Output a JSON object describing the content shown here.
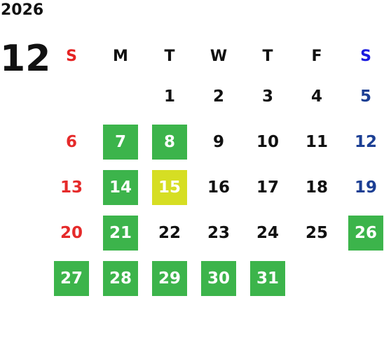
{
  "year": "2026",
  "month": "12",
  "weekdays": [
    "S",
    "M",
    "T",
    "W",
    "T",
    "F",
    "S"
  ],
  "first_weekday_index": 2,
  "days": [
    {
      "label": "1",
      "highlight": "none"
    },
    {
      "label": "2",
      "highlight": "none"
    },
    {
      "label": "3",
      "highlight": "none"
    },
    {
      "label": "4",
      "highlight": "none"
    },
    {
      "label": "5",
      "highlight": "none"
    },
    {
      "label": "6",
      "highlight": "none"
    },
    {
      "label": "7",
      "highlight": "green"
    },
    {
      "label": "8",
      "highlight": "green"
    },
    {
      "label": "9",
      "highlight": "none"
    },
    {
      "label": "10",
      "highlight": "none"
    },
    {
      "label": "11",
      "highlight": "none"
    },
    {
      "label": "12",
      "highlight": "none"
    },
    {
      "label": "13",
      "highlight": "none"
    },
    {
      "label": "14",
      "highlight": "green"
    },
    {
      "label": "15",
      "highlight": "yellow"
    },
    {
      "label": "16",
      "highlight": "none"
    },
    {
      "label": "17",
      "highlight": "none"
    },
    {
      "label": "18",
      "highlight": "none"
    },
    {
      "label": "19",
      "highlight": "none"
    },
    {
      "label": "20",
      "highlight": "none"
    },
    {
      "label": "21",
      "highlight": "green"
    },
    {
      "label": "22",
      "highlight": "none"
    },
    {
      "label": "23",
      "highlight": "none"
    },
    {
      "label": "24",
      "highlight": "none"
    },
    {
      "label": "25",
      "highlight": "none"
    },
    {
      "label": "26",
      "highlight": "green"
    },
    {
      "label": "27",
      "highlight": "green"
    },
    {
      "label": "28",
      "highlight": "green"
    },
    {
      "label": "29",
      "highlight": "green"
    },
    {
      "label": "30",
      "highlight": "green"
    },
    {
      "label": "31",
      "highlight": "green"
    }
  ],
  "colors": {
    "green": "#3cb44b",
    "yellow": "#d6de23",
    "sunday": "#e52a2a",
    "saturday": "#1c3f94"
  }
}
